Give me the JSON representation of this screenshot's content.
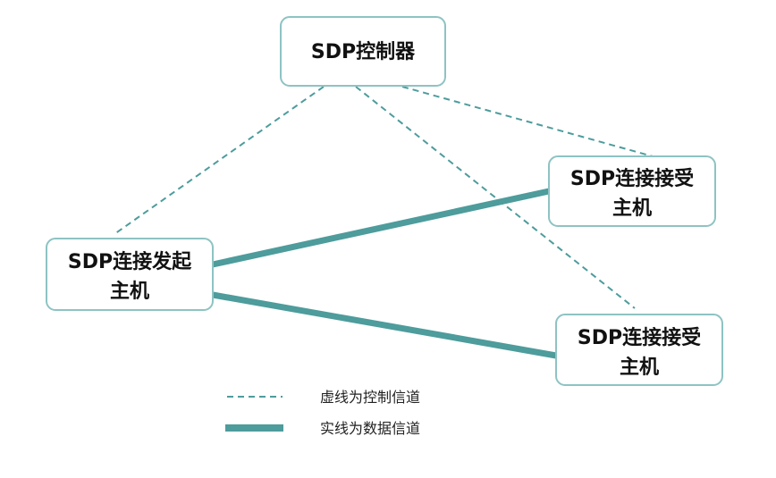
{
  "nodes": {
    "controller": {
      "label": "SDP控制器"
    },
    "initiator": {
      "line1": "SDP连接发起",
      "line2": "主机"
    },
    "acceptor_1": {
      "line1": "SDP连接接受",
      "line2": "主机"
    },
    "acceptor_2": {
      "line1": "SDP连接接受",
      "line2": "主机"
    }
  },
  "legend": {
    "control_channel": "虚线为控制信道",
    "data_channel": "实线为数据信道"
  },
  "colors": {
    "accent": "#4e9c9c",
    "box_border": "#8ec3c3"
  }
}
